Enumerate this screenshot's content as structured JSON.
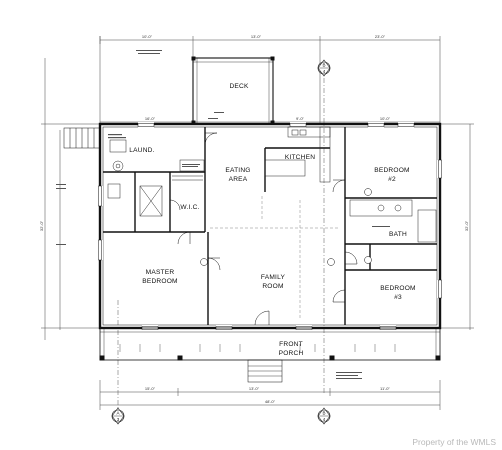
{
  "rooms": {
    "deck": "DECK",
    "laundry": "LAUND.",
    "eating_area_1": "EATING",
    "eating_area_2": "AREA",
    "kitchen": "KITCHEN",
    "bedroom2_1": "BEDROOM",
    "bedroom2_2": "#2",
    "wic": "W.I.C.",
    "bath": "BATH",
    "master_1": "MASTER",
    "master_2": "BEDROOM",
    "family_1": "FAMILY",
    "family_2": "ROOM",
    "bedroom3_1": "BEDROOM",
    "bedroom3_2": "#3",
    "porch_1": "FRONT",
    "porch_2": "PORCH"
  },
  "section_markers": {
    "top_right": {
      "letter": "B",
      "sheet": "4"
    },
    "bottom_left": {
      "letter": "A",
      "sheet": "3"
    },
    "bottom_right": {
      "letter": "B",
      "sheet": "4"
    }
  },
  "dimensions": {
    "top_left": "10'-0\"",
    "top_mid": "13'-0\"",
    "top_right": "23'-0\"",
    "upper_left": "16'-0\"",
    "upper_mid": "9'-0\"",
    "upper_right": "10'-0\"",
    "bottom_left": "15'-0\"",
    "bottom_mid": "13'-0\"",
    "bottom_right": "11'-0\"",
    "bottom_total": "48'-0\"",
    "left_total": "32'-0\"",
    "right_total": "32'-0\""
  },
  "watermark": "Property of the WMLS"
}
